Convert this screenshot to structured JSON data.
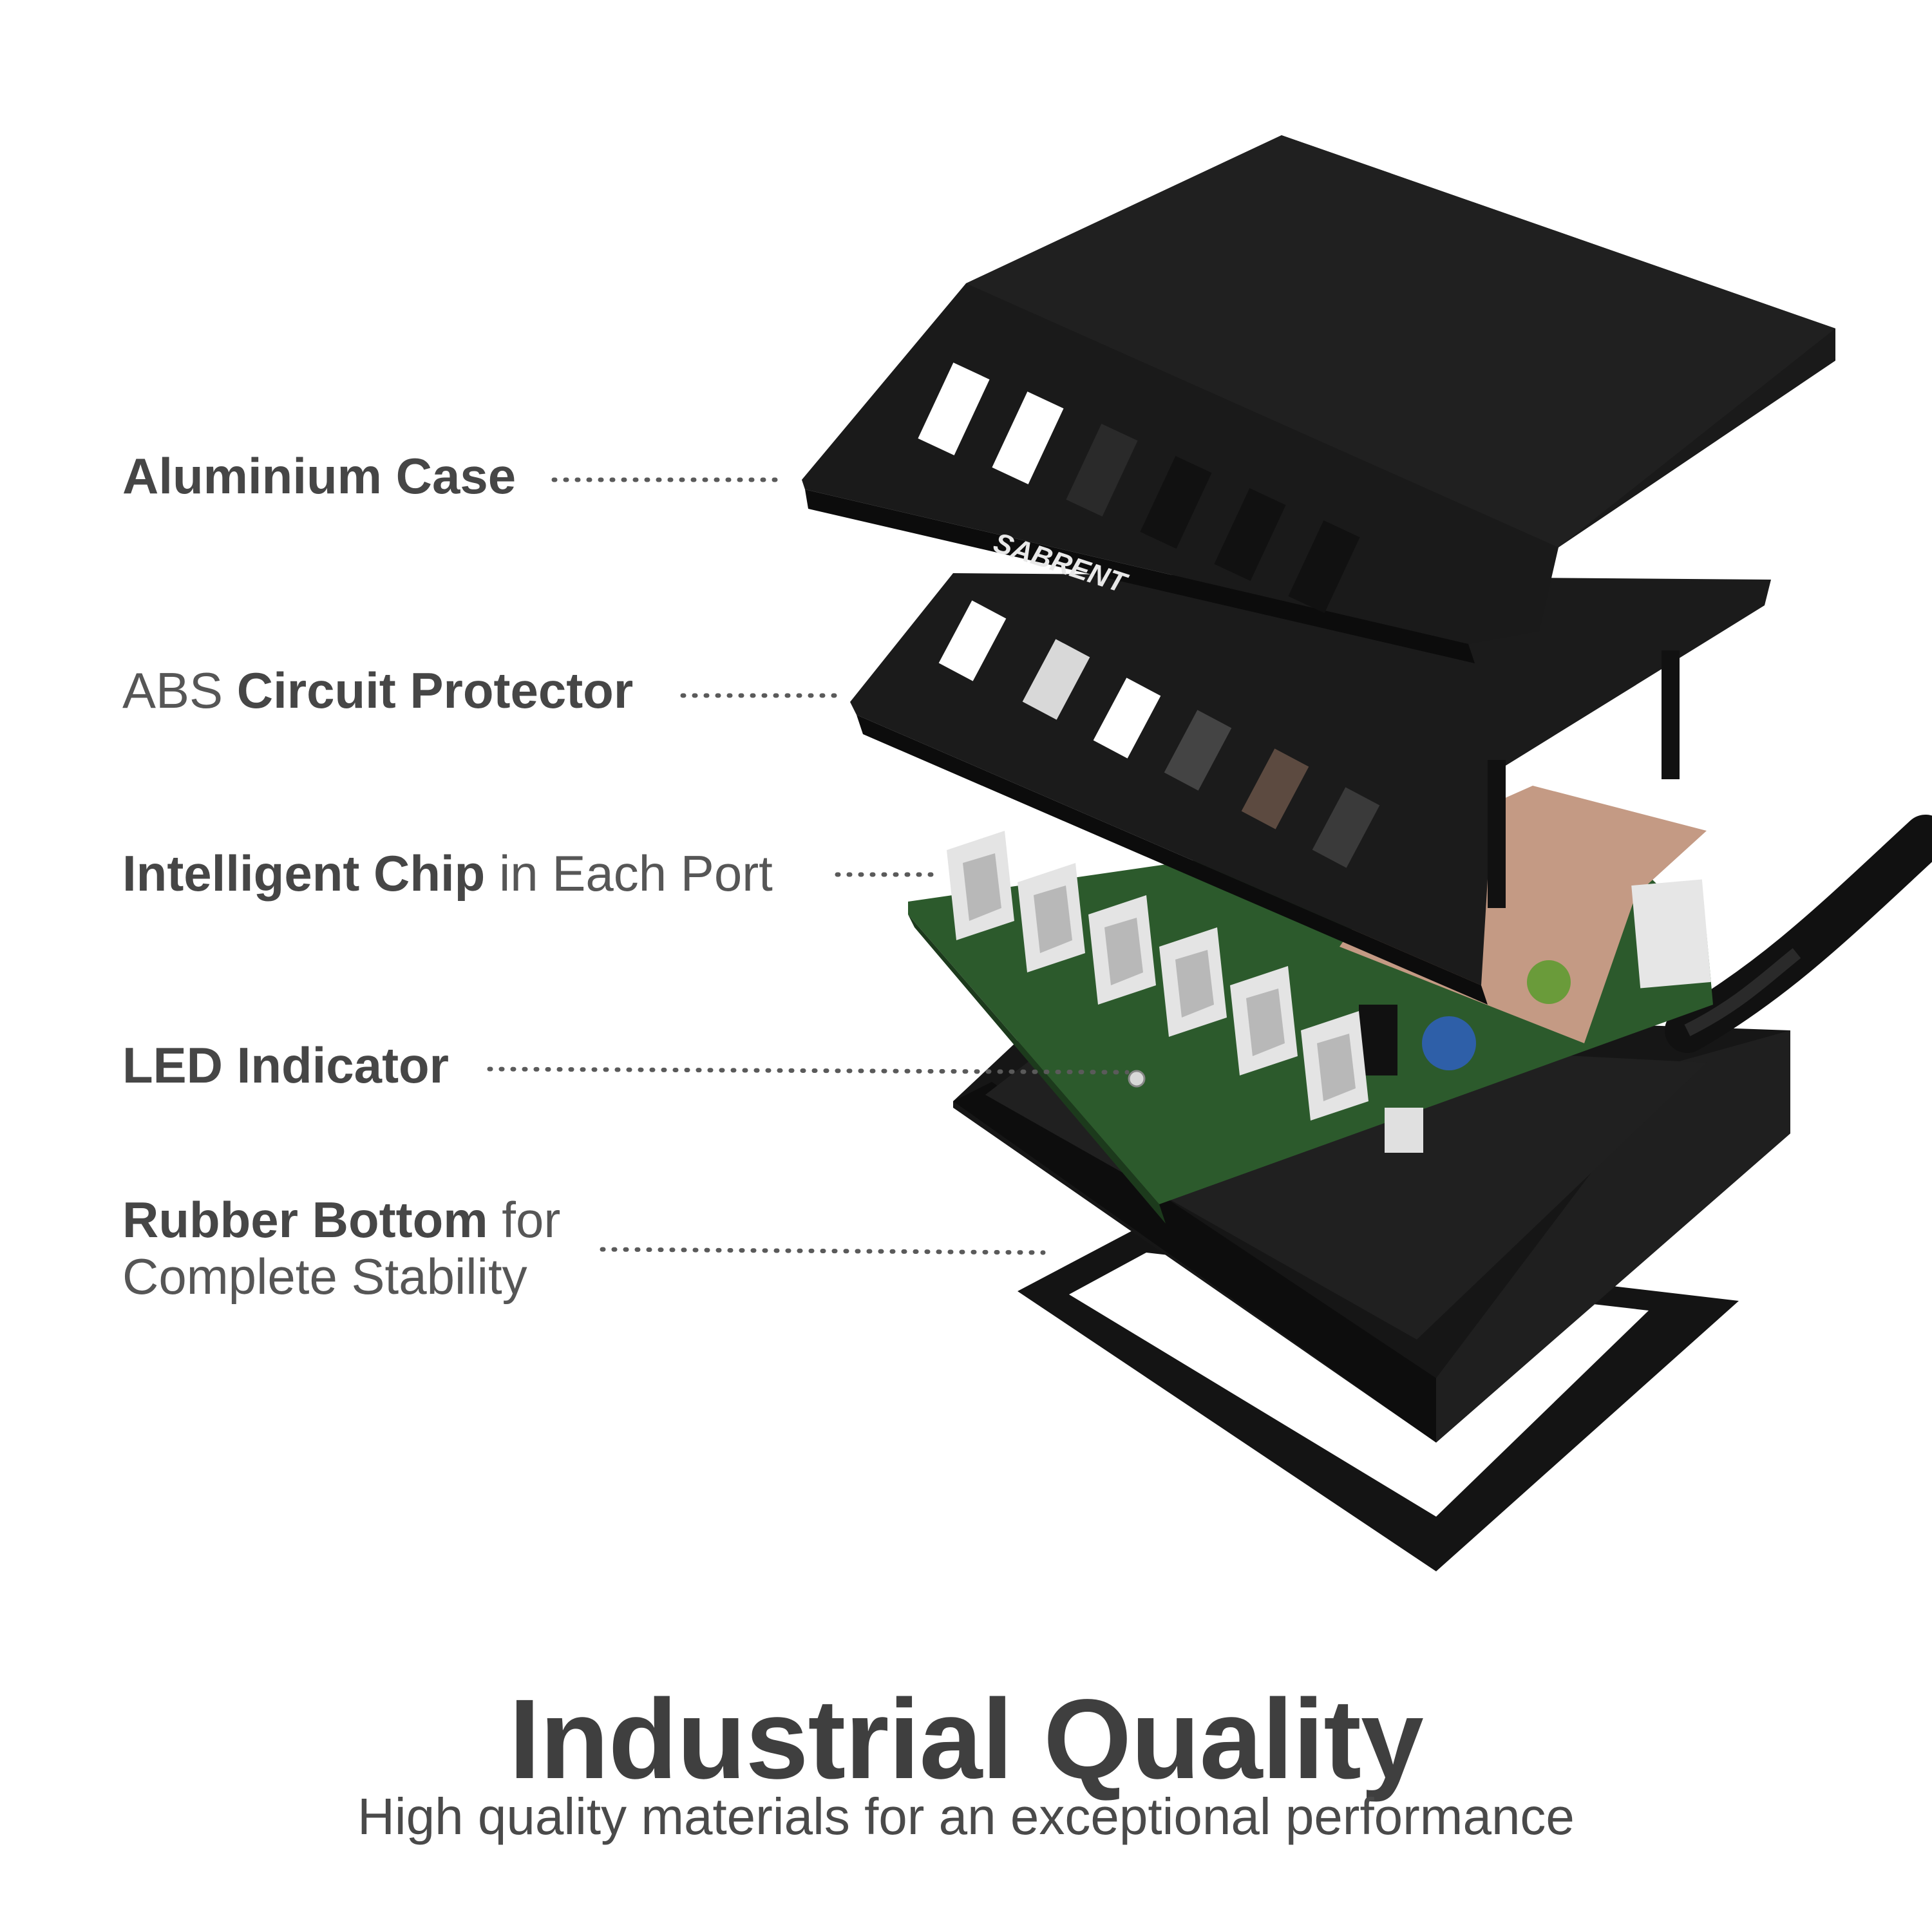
{
  "callouts": [
    {
      "strong": "Aluminium Case",
      "light": ""
    },
    {
      "light_before": "ABS",
      "strong": "Circuit Protector"
    },
    {
      "strong": "Intelligent Chip",
      "light": "in Each Port"
    },
    {
      "strong": "LED Indicator",
      "light": ""
    },
    {
      "strong": "Rubber Bottom",
      "light": "for",
      "line2": "Complete Stability"
    }
  ],
  "brand_logo_text": "SABRENT",
  "headline": "Industrial Quality",
  "subline": "High quality materials for an exceptional performance",
  "colors": {
    "case": "#1a1a1a",
    "case_edge": "#2b2b2b",
    "pcb": "#2e5a2e",
    "copper": "#c49a84",
    "usb_port": "#e2e2e2",
    "text": "#4a4a4a"
  }
}
